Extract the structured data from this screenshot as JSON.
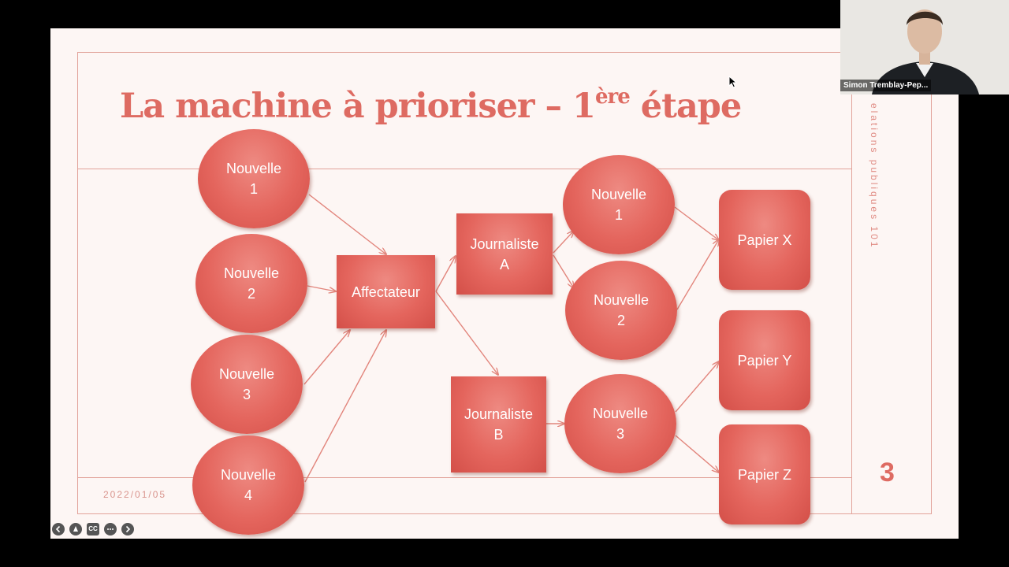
{
  "slide": {
    "title_main": "La machine à prioriser – 1",
    "title_sup": "ère",
    "title_end": " étape",
    "side_text": "elations publiques 101",
    "slide_number": "3",
    "date": "2022/01/05"
  },
  "nodes": {
    "n1": "Nouvelle\n1",
    "n2": "Nouvelle\n2",
    "n3": "Nouvelle\n3",
    "n4": "Nouvelle\n4",
    "affectateur": "Affectateur",
    "journaliste_a": "Journaliste\nA",
    "journaliste_b": "Journaliste\nB",
    "m1": "Nouvelle\n1",
    "m2": "Nouvelle\n2",
    "m3": "Nouvelle\n3",
    "papier_x": "Papier X",
    "papier_y": "Papier Y",
    "papier_z": "Papier Z"
  },
  "webcam": {
    "participant_name": "Simon Tremblay-Pep..."
  },
  "controls": {
    "prev": "previous-icon",
    "pen": "pen-icon",
    "cc": "CC",
    "more": "more-icon",
    "next": "next-icon"
  },
  "colors": {
    "accent": "#de6b62",
    "node": "#e4655d",
    "line": "#e2a39a",
    "background": "#fdf6f4"
  }
}
